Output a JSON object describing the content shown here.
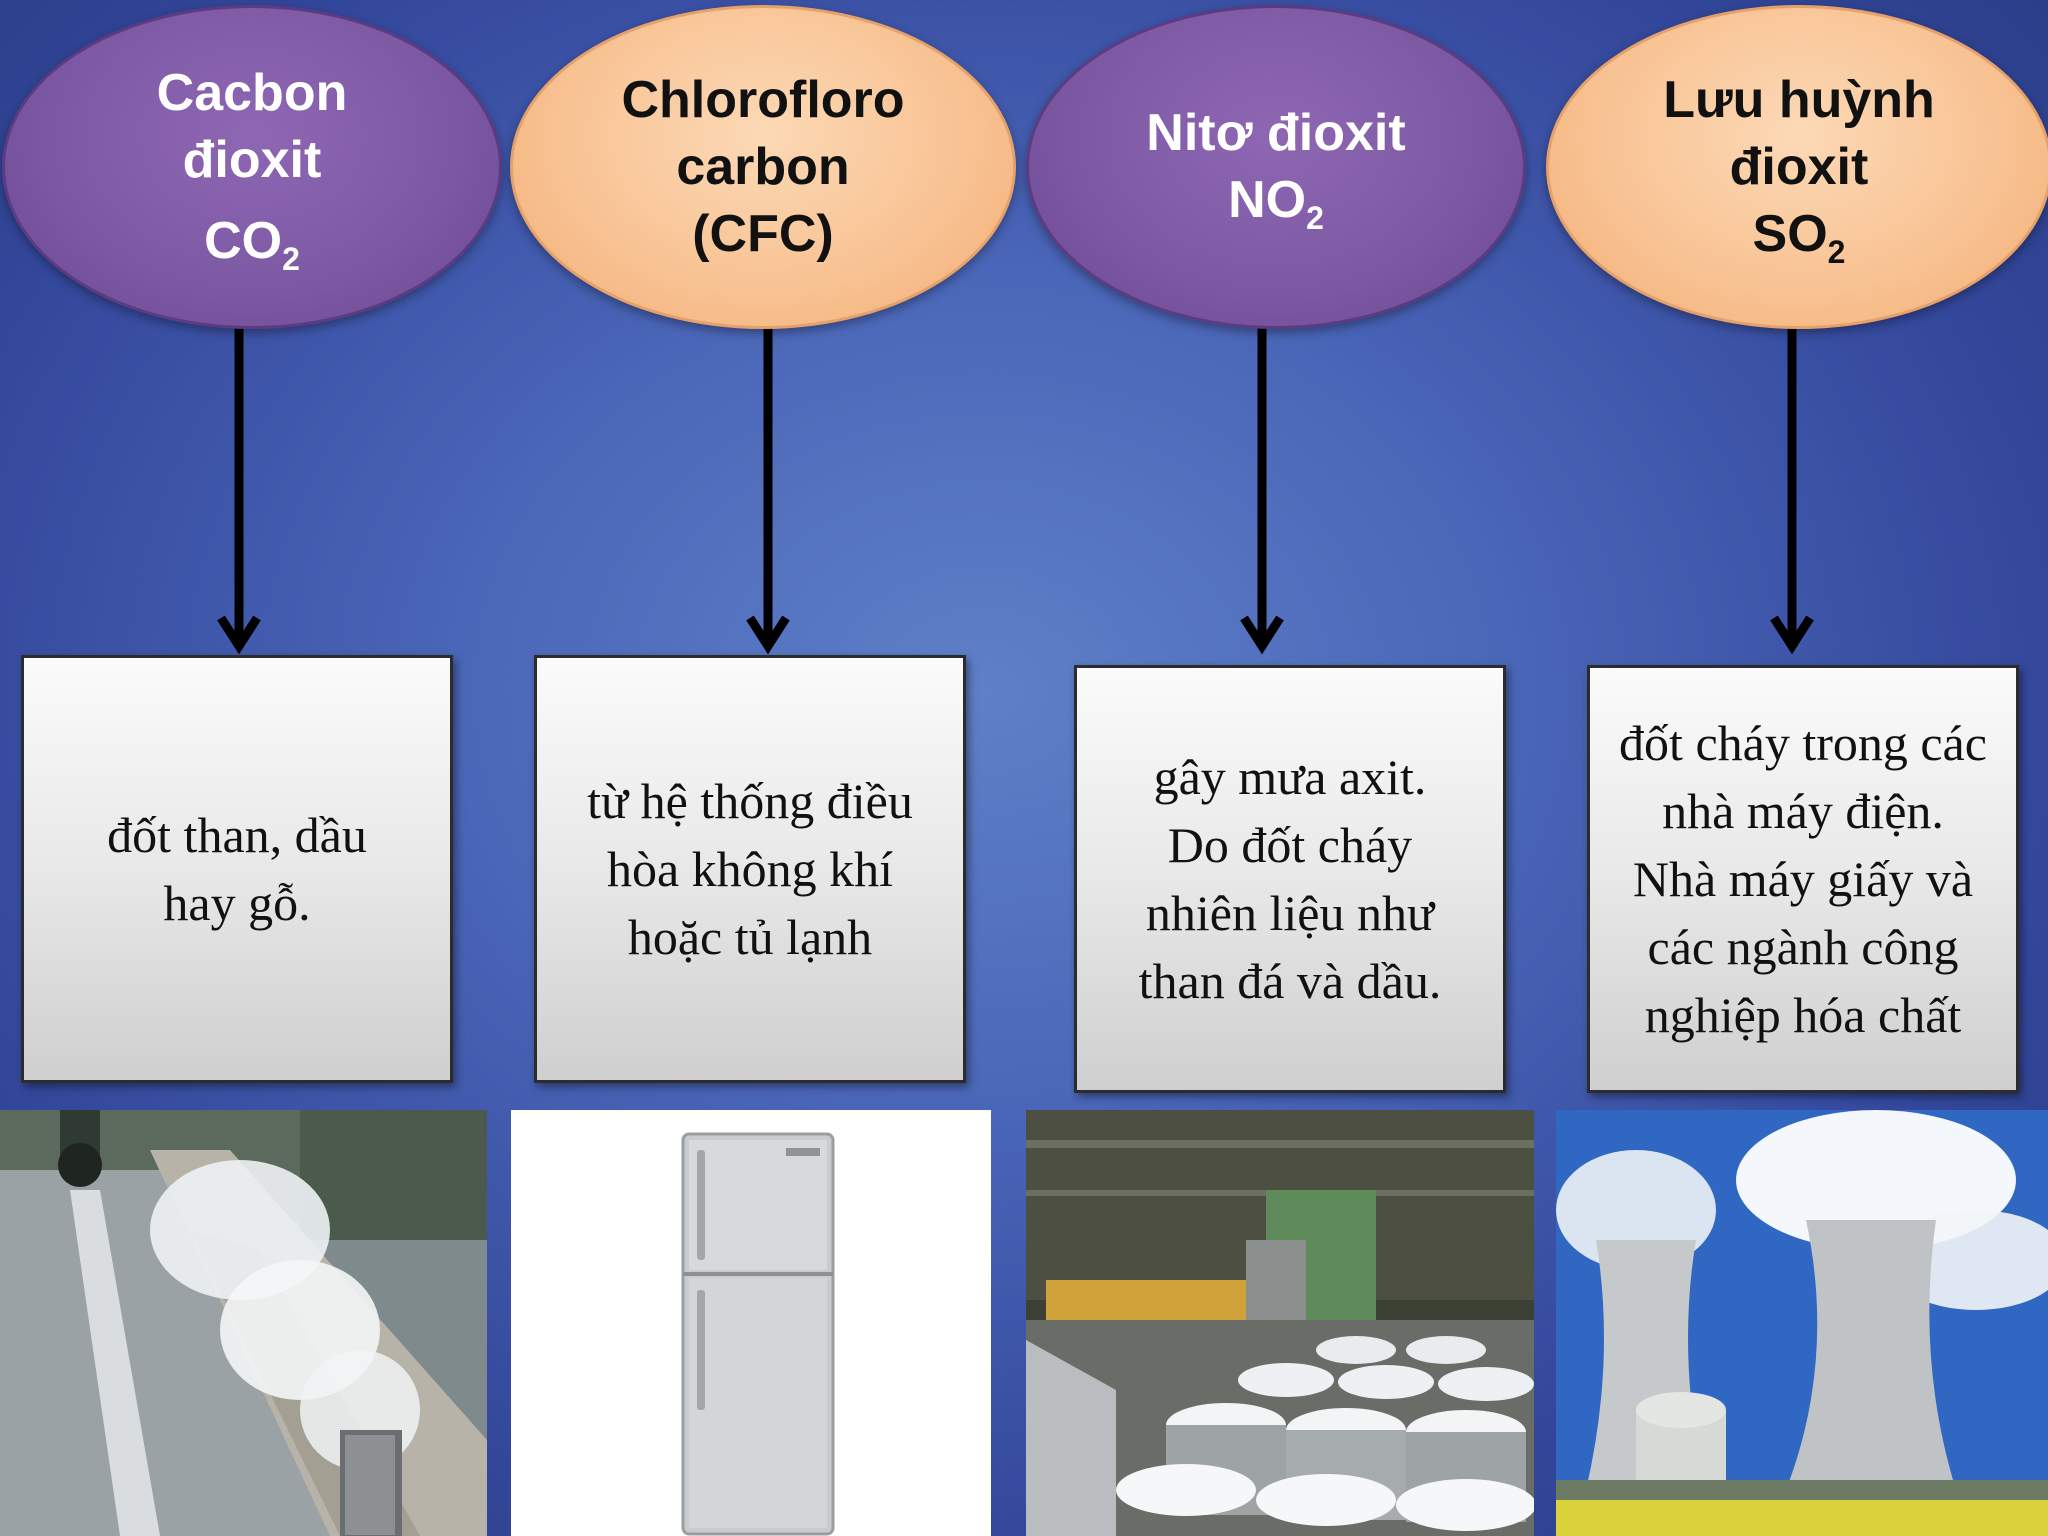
{
  "nodes": [
    {
      "title_lines": [
        "Cacbon",
        "đioxit"
      ],
      "formula_base": "CO",
      "formula_sub": "2",
      "color": "#7c58a3",
      "description": "đốt than, dầu hay gỗ.",
      "image": "car-exhaust-smoke"
    },
    {
      "title_lines": [
        "Chlorofloro",
        "carbon",
        "(CFC)"
      ],
      "formula_base": "",
      "formula_sub": "",
      "color": "#f8c191",
      "description": "từ hệ thống điều hòa không khí hoặc tủ lạnh",
      "image": "refrigerator"
    },
    {
      "title_lines": [
        "Nitơ đioxit"
      ],
      "formula_base": "NO",
      "formula_sub": "2",
      "color": "#7c58a3",
      "description": "gây mưa axit. Do đốt cháy nhiên liệu như than đá và dầu.",
      "image": "chemical-factory-barrels"
    },
    {
      "title_lines": [
        "Lưu huỳnh",
        "đioxit"
      ],
      "formula_base": "SO",
      "formula_sub": "2",
      "color": "#f8c191",
      "description": "đốt cháy trong các nhà máy điện. Nhà máy giấy và các ngành công nghiệp hóa chất",
      "image": "power-plant-cooling-towers"
    }
  ]
}
